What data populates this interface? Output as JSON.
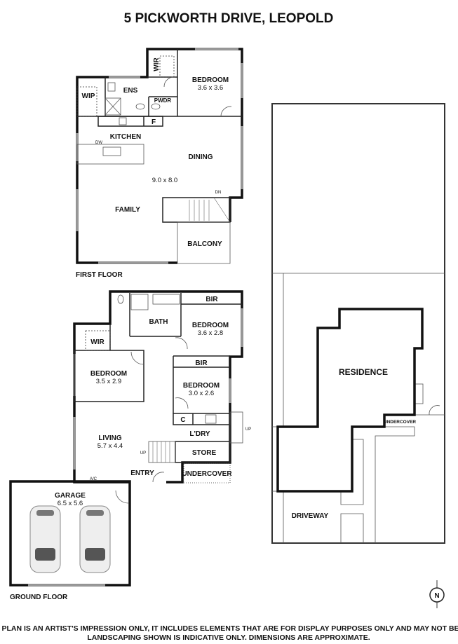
{
  "title": "5 PICKWORTH DRIVE, LEOPOLD",
  "first_floor": {
    "label": "FIRST FLOOR",
    "rooms": {
      "wir": "WIR",
      "wip": "WIP",
      "ens": "ENS",
      "pwdr": "PWDR",
      "bedroom": "BEDROOM",
      "bedroom_dim": "3.6 x 3.6",
      "fridge": "F",
      "kitchen": "KITCHEN",
      "dw": "DW",
      "dining": "DINING",
      "main_dim": "9.0 x 8.0",
      "family": "FAMILY",
      "dn": "DN",
      "balcony": "BALCONY"
    }
  },
  "ground_floor": {
    "label": "GROUND FLOOR",
    "rooms": {
      "bath": "BATH",
      "bir1": "BIR",
      "bedroom1": "BEDROOM",
      "bedroom1_dim": "3.6 x 2.8",
      "wir": "WIR",
      "bedroom2": "BEDROOM",
      "bedroom2_dim": "3.5 x 2.9",
      "bir2": "BIR",
      "bedroom3": "BEDROOM",
      "bedroom3_dim": "3.0 x 2.6",
      "c": "C",
      "ldry": "L'DRY",
      "up1": "UP",
      "up2": "UP",
      "living": "LIVING",
      "living_dim": "5.7 x 4.4",
      "store": "STORE",
      "entry": "ENTRY",
      "ac": "A/C",
      "undercover": "UNDERCOVER",
      "garage": "GARAGE",
      "garage_dim": "6.5 x 5.6"
    }
  },
  "site": {
    "residence": "RESIDENCE",
    "undercover": "UNDERCOVER",
    "driveway": "DRIVEWAY"
  },
  "compass": "N",
  "disclaimer": [
    "THE ABOVE PLAN IS AN ARTIST'S IMPRESSION ONLY, IT INCLUDES ELEMENTS THAT ARE FOR DISPLAY PURPOSES ONLY AND MAY NOT BE TO SCALE.",
    "LANDSCAPING SHOWN IS INDICATIVE ONLY. DIMENSIONS ARE APPROXIMATE."
  ]
}
